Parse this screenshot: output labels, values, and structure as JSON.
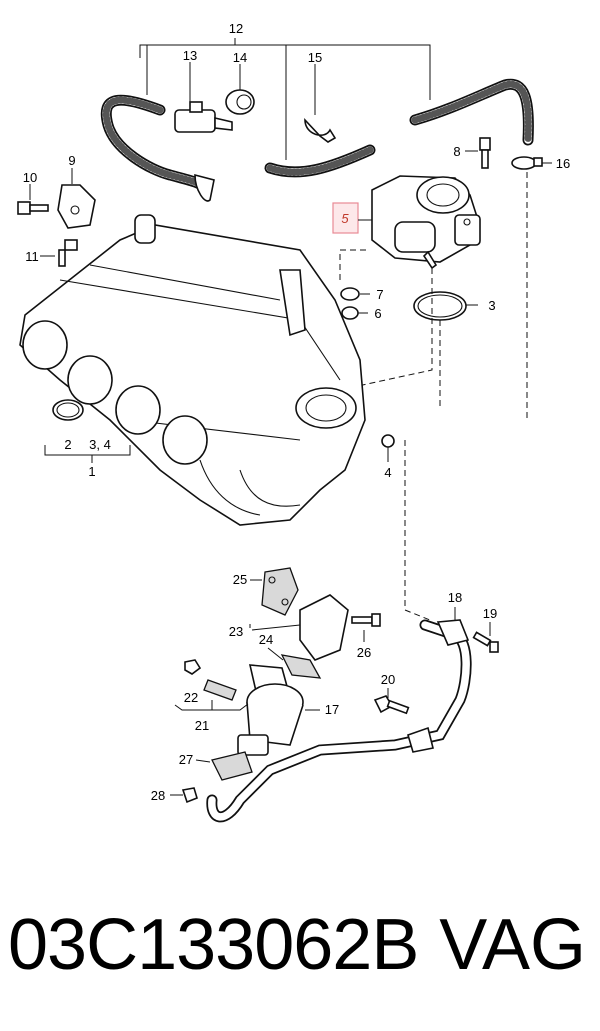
{
  "callouts": {
    "c1": "1",
    "c2": "2",
    "c3_4": "3, 4",
    "c3": "3",
    "c4": "4",
    "c5": "5",
    "c6": "6",
    "c7": "7",
    "c8": "8",
    "c9": "9",
    "c10": "10",
    "c11": "11",
    "c12": "12",
    "c13": "13",
    "c14": "14",
    "c15": "15",
    "c16": "16",
    "c17": "17",
    "c18": "18",
    "c19": "19",
    "c20": "20",
    "c21": "21",
    "c22": "22",
    "c23": "23",
    "c24": "24",
    "c25": "25",
    "c26": "26",
    "c27": "27",
    "c28": "28"
  },
  "highlight": {
    "part": "5",
    "color": "#e88a95"
  },
  "footer": {
    "part_number": "03C133062B",
    "brand": "VAG"
  }
}
